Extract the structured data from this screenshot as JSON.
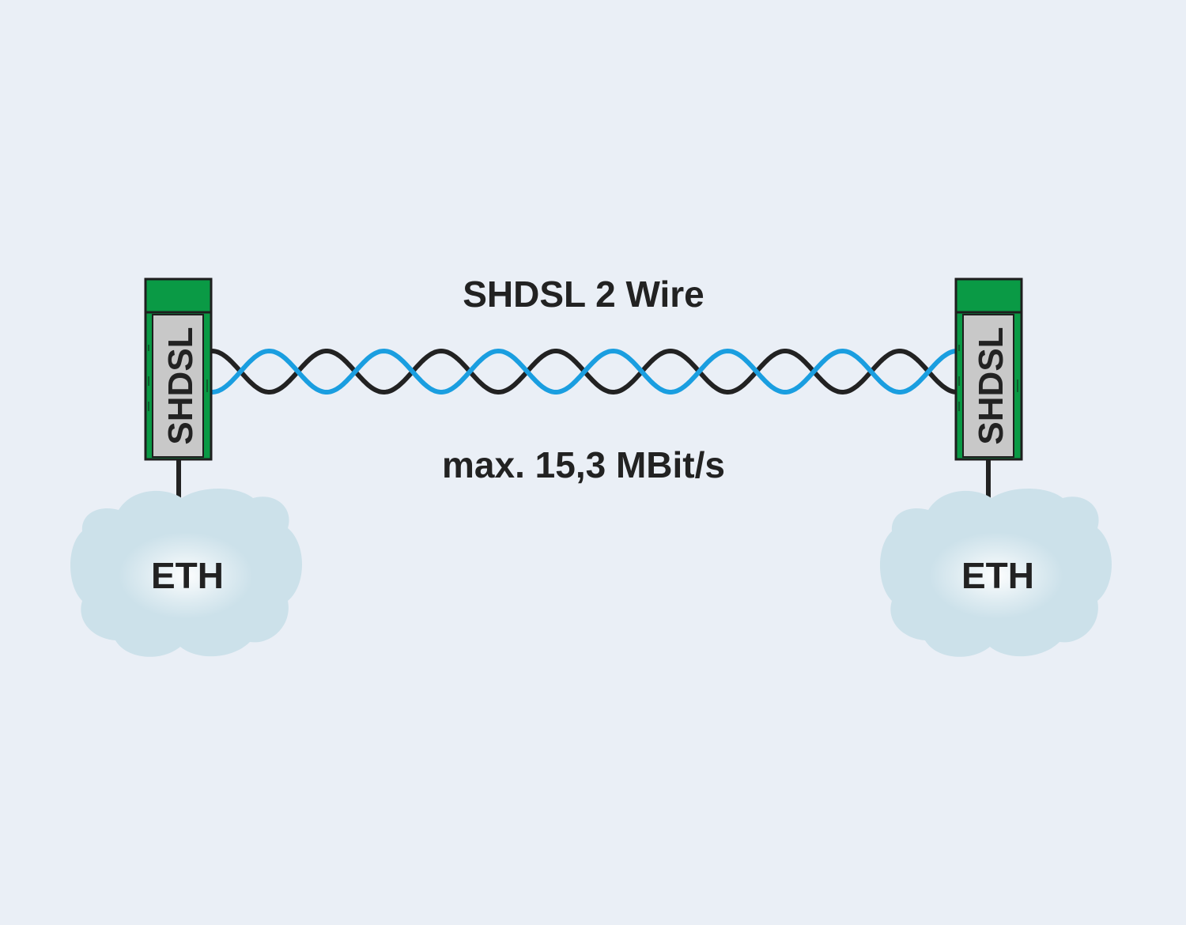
{
  "diagram": {
    "link_label": "SHDSL 2 Wire",
    "speed_label": "max. 15,3 MBit/s"
  },
  "devices": [
    {
      "label": "SHDSL",
      "network_label": "ETH"
    },
    {
      "label": "SHDSL",
      "network_label": "ETH"
    }
  ],
  "colors": {
    "background": "#eaeff6",
    "device_green": "#0a9a45",
    "device_panel": "#c8c8c8",
    "wire_blue": "#1a9ee0",
    "wire_black": "#222222",
    "cloud": "#cce1ea",
    "text": "#222222"
  },
  "icons": {
    "device": "shdsl-extender-icon",
    "network": "ethernet-cloud-icon",
    "cable": "twisted-pair-cable-icon"
  }
}
